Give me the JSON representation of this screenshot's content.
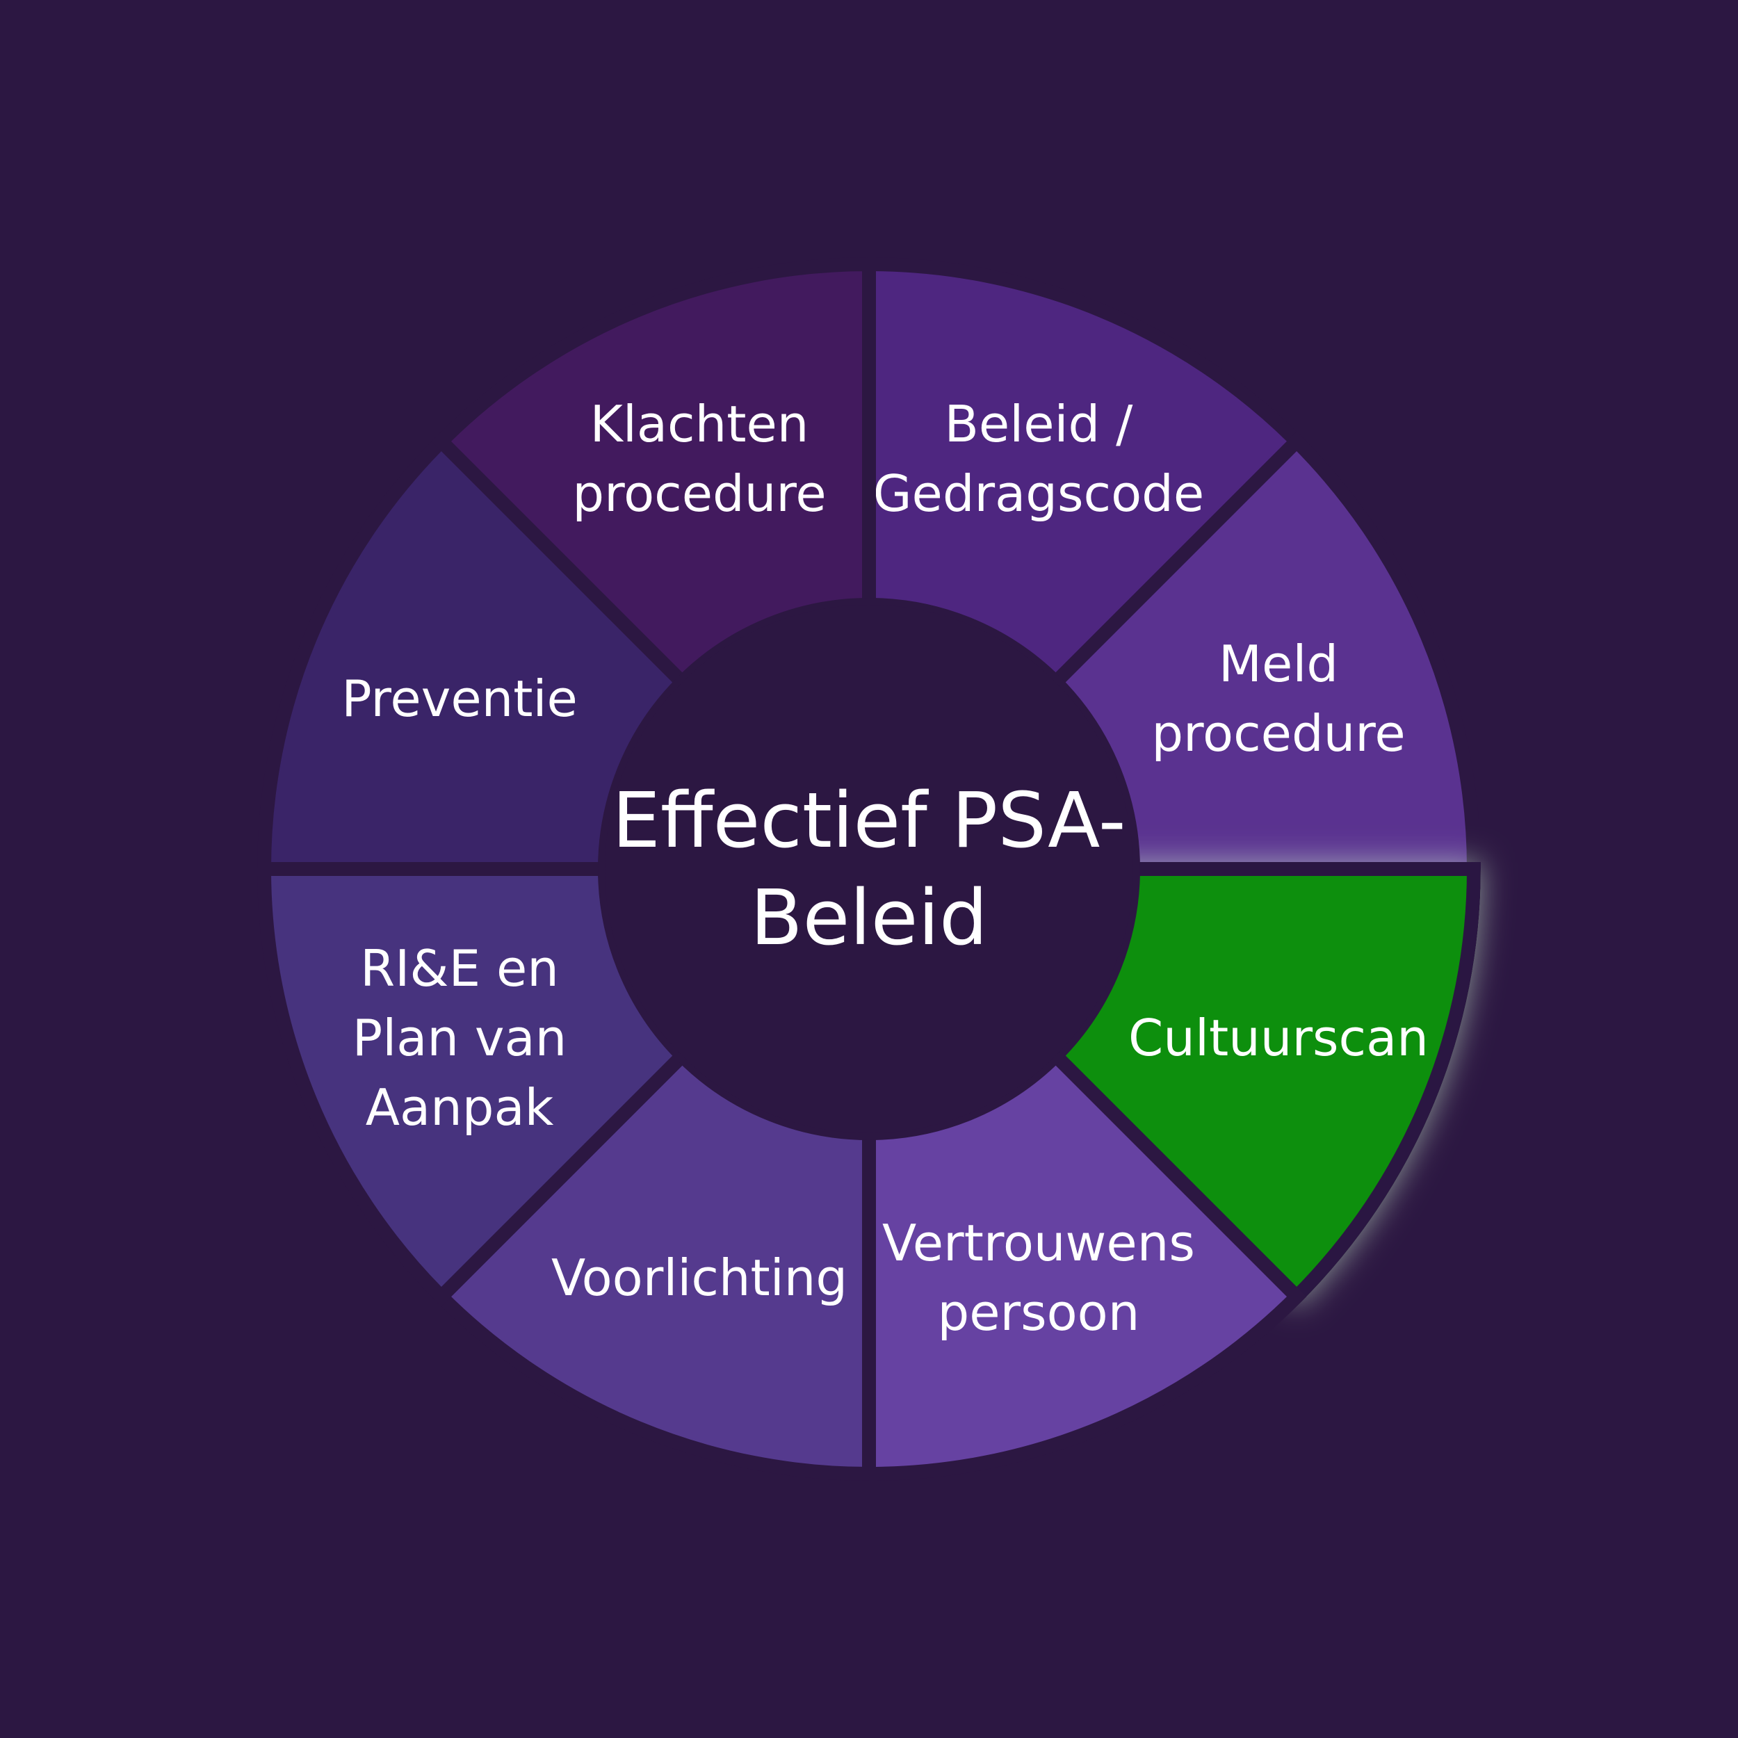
{
  "center": {
    "lines": [
      "Effectief PSA-",
      "Beleid"
    ]
  },
  "segments": [
    {
      "id": "beleid-gedragscode",
      "lines": [
        "Beleid /",
        "Gedragscode"
      ],
      "color": "#4e2680",
      "highlighted": false
    },
    {
      "id": "meld-procedure",
      "lines": [
        "Meld",
        "procedure"
      ],
      "color": "#5a3290",
      "highlighted": false
    },
    {
      "id": "cultuurscan",
      "lines": [
        "Cultuurscan"
      ],
      "color": "#0a8f0a",
      "highlighted": true
    },
    {
      "id": "vertrouwens-persoon",
      "lines": [
        "Vertrouwens",
        "persoon"
      ],
      "color": "#6642a2",
      "highlighted": false
    },
    {
      "id": "voorlichting",
      "lines": [
        "Voorlichting"
      ],
      "color": "#553a8e",
      "highlighted": false
    },
    {
      "id": "rie-plan-van-aanpak",
      "lines": [
        "RI&E en",
        "Plan van",
        "Aanpak"
      ],
      "color": "#47337e",
      "highlighted": false
    },
    {
      "id": "preventie",
      "lines": [
        "Preventie"
      ],
      "color": "#3a2468",
      "highlighted": false
    },
    {
      "id": "klachten-procedure",
      "lines": [
        "Klachten",
        "procedure"
      ],
      "color": "#421a5e",
      "highlighted": false
    }
  ]
}
